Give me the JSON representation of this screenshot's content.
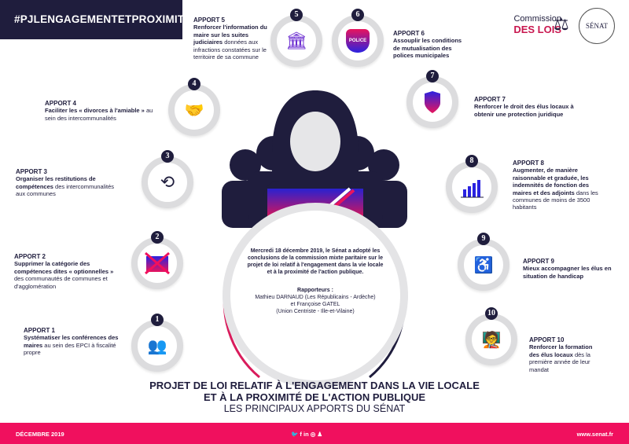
{
  "hashtag": "#PJLENGAGEMENTETPROXIMITÉ",
  "logo": {
    "commission": "Commission",
    "des_lois": "DES LOIS",
    "senat": "SÉNAT"
  },
  "items": [
    {
      "num": "1",
      "label": "APPORT 1",
      "bold": "Systématiser les conférences des maires",
      "text": " au sein des EPCI à fiscalité propre"
    },
    {
      "num": "2",
      "label": "APPORT 2",
      "bold": "Supprimer la catégorie des compétences dites « optionnelles »",
      "text": " des communautés de communes et d'agglomération"
    },
    {
      "num": "3",
      "label": "APPORT 3",
      "bold": "Organiser les restitutions de compétences",
      "text": " des intercommunalités aux communes"
    },
    {
      "num": "4",
      "label": "APPORT 4",
      "bold": "Faciliter les « divorces à l'amiable »",
      "text": " au sein des intercommunalités"
    },
    {
      "num": "5",
      "label": "APPORT 5",
      "bold": "Renforcer l'information du maire sur les suites judiciaires",
      "text": " données aux infractions constatées sur le territoire de sa commune"
    },
    {
      "num": "6",
      "label": "APPORT 6",
      "bold": "Assouplir les conditions de mutualisation des polices municipales",
      "text": ""
    },
    {
      "num": "7",
      "label": "APPORT 7",
      "bold": "Renforcer le droit des élus locaux à obtenir une protection juridique",
      "text": ""
    },
    {
      "num": "8",
      "label": "APPORT 8",
      "bold": "Augmenter, de manière raisonnable et graduée, les indemnités de fonction des maires et des adjoints",
      "text": " dans les communes de moins de 3500 habitants"
    },
    {
      "num": "9",
      "label": "APPORT 9",
      "bold": "Mieux accompagner les élus en situation de handicap",
      "text": ""
    },
    {
      "num": "10",
      "label": "APPORT 10",
      "bold": "Renforcer la formation des élus locaux",
      "text": " dès la première année de leur mandat"
    }
  ],
  "police_badge": "POLICE",
  "center": {
    "intro": "Mercredi 18 décembre 2019, le Sénat a adopté les conclusions de la commission mixte paritaire sur le projet de loi relatif à l'engagement dans la vie locale et à la proximité de l'action publique.",
    "rapporteurs_label": "Rapporteurs :",
    "rapporteur1": "Mathieu DARNAUD (Les Républicains - Ardèche)",
    "rapporteur2": "et Françoise GATEL",
    "rapporteur2_group": "(Union Centriste - Ille-et-Vilaine)"
  },
  "title": "PROJET DE LOI RELATIF À L'ENGAGEMENT DANS LA VIE LOCALE ET À LA PROXIMITÉ DE L'ACTION PUBLIQUE",
  "subtitle": "LES PRINCIPAUX APPORTS DU SÉNAT",
  "footer": {
    "date": "DÉCEMBRE 2019",
    "social": "🐦  f  in  ◎  ♟",
    "url": "www.senat.fr"
  },
  "colors": {
    "navy": "#1f1d3d",
    "pink": "#f0105e",
    "blue": "#2a22e0"
  }
}
